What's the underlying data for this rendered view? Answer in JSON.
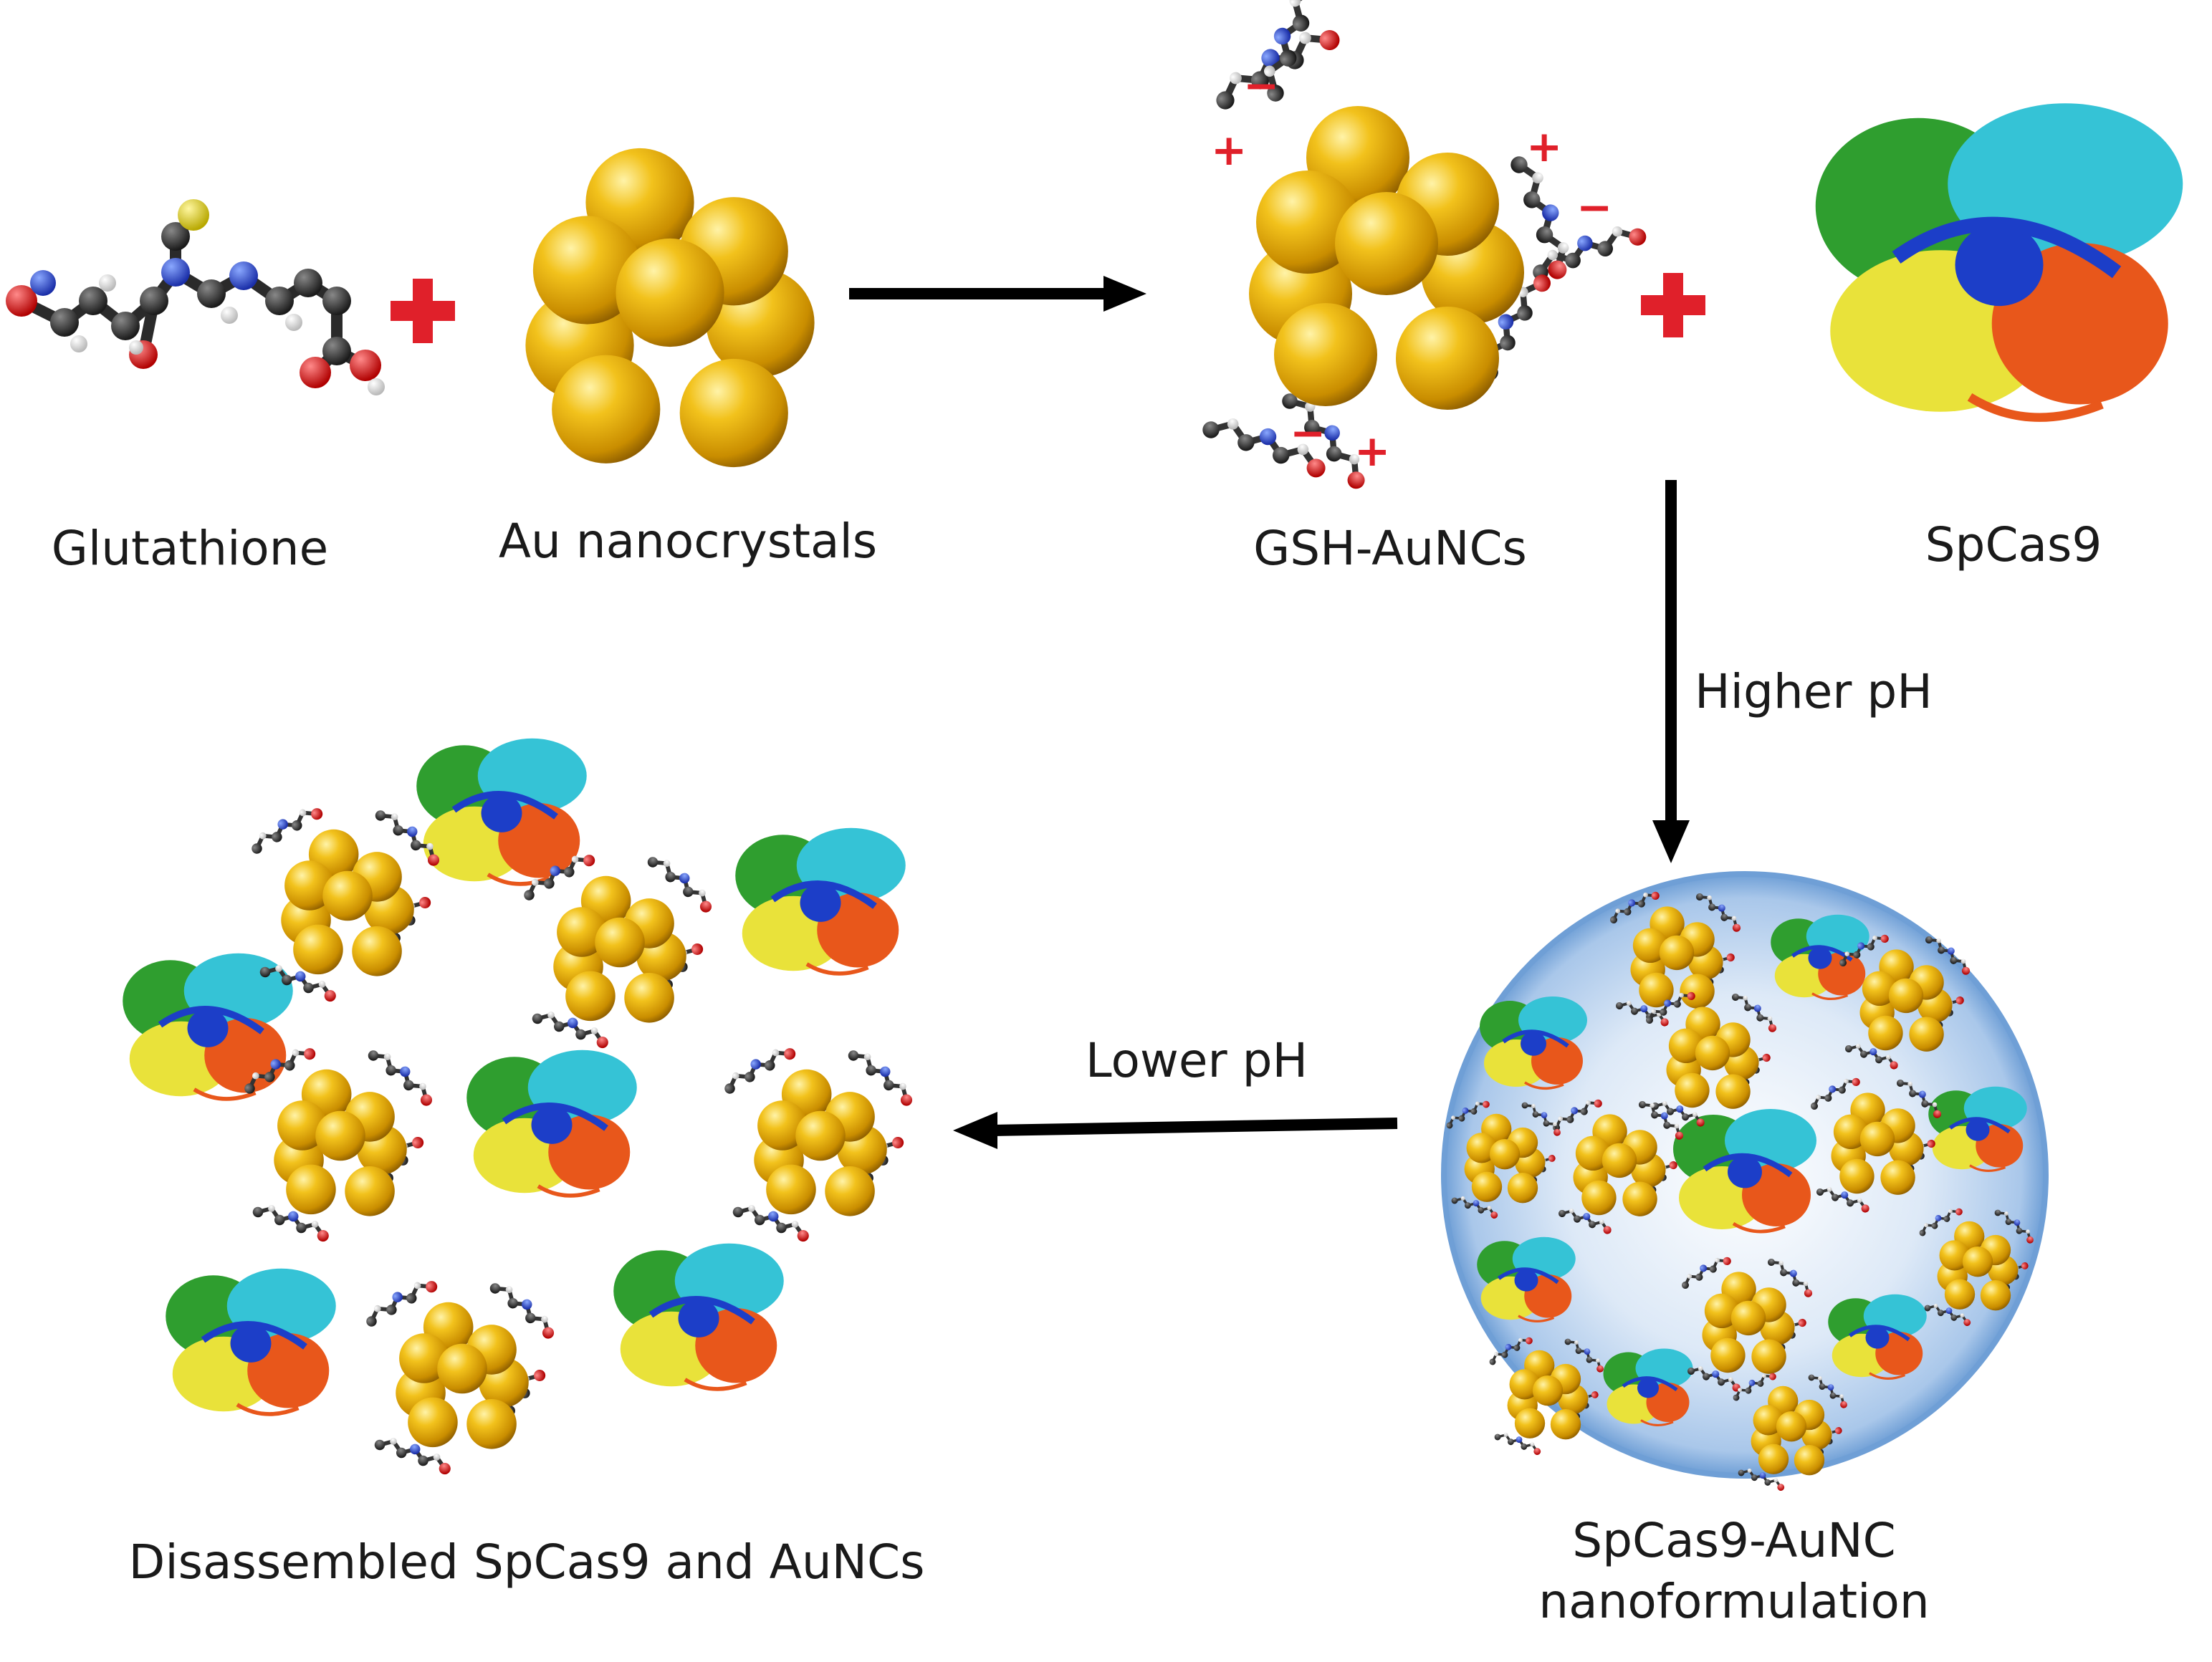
{
  "labels": {
    "glutathione": "Glutathione",
    "au_nanocrystals": "Au nanocrystals",
    "gsh_auncs": "GSH-AuNCs",
    "spcas9": "SpCas9",
    "higher_ph": "Higher pH",
    "lower_ph": "Lower pH",
    "disassembled": "Disassembled SpCas9 and AuNCs",
    "nanoformulation_line1": "SpCas9-AuNC",
    "nanoformulation_line2": "nanoformulation"
  },
  "symbols": {
    "plus": "+",
    "minus": "−"
  },
  "colors": {
    "gold": "#e3ad10",
    "gold_dark": "#a87400",
    "plus_red": "#e0202a",
    "arrow": "#000000",
    "sphere_fill": "#cfe0f5",
    "sphere_rim": "#7aa8dc",
    "protein_green": "#2f9e2f",
    "protein_cyan": "#35c3d6",
    "protein_yellow": "#e9e23a",
    "protein_orange": "#e8571b",
    "protein_blue": "#1c3ec8"
  },
  "icons": [
    "glutathione-molecule-icon",
    "gold-cluster-icon",
    "spcas9-protein-icon",
    "nanoformulation-sphere-icon"
  ]
}
